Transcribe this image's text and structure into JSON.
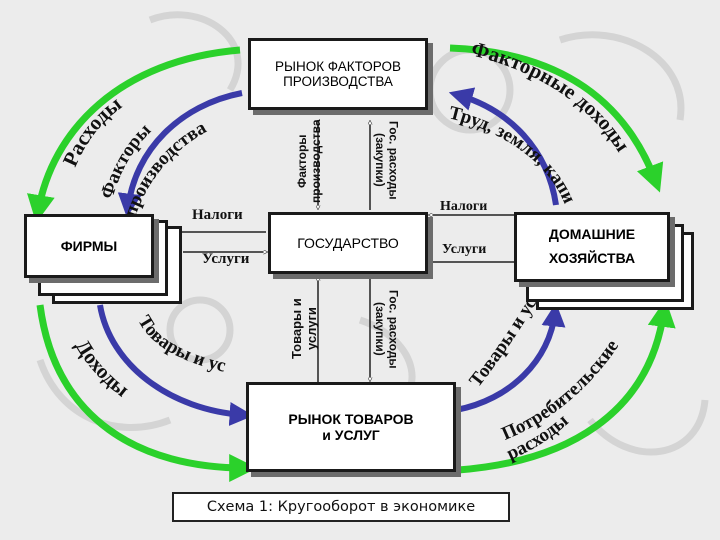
{
  "nodes": {
    "factor_market": "РЫНОК ФАКТОРОВ\nПРОИЗВОДСТВА",
    "firms": "ФИРМЫ",
    "state": "ГОСУДАРСТВО",
    "households": "ДОМАШНИЕ\nХОЗЯЙСТВА",
    "goods_market": "РЫНОК ТОВАРОВ\nи УСЛУГ"
  },
  "flows": {
    "factor_income": "Факторные доходы",
    "labor_land_capital": "Труд, земля, капитал",
    "expenses": "Расходы",
    "factors_of_production": "Факторы производства",
    "factors_vertical": "Факторы\nпроизводства",
    "gov_spending_top": "Гос. расходы\n(закупки)",
    "gov_spending_bottom": "Гос. расходы\n(закупки)",
    "goods_services_vertical": "Товары и\nуслуги",
    "taxes_left": "Налоги",
    "services_left": "Услуги",
    "taxes_right": "Налоги",
    "services_right": "Услуги",
    "goods_services_left": "Товары и услуги",
    "revenue": "Доходы",
    "goods_services_right": "Товары и услуги",
    "consumer_spending": "Потребительские расходы"
  },
  "caption": "Схема 1: Кругооборот в экономике",
  "colors": {
    "outer_cycle": "#2bd12b",
    "inner_cycle": "#3a3aa8",
    "box_border": "#1a1a1a",
    "box_fill": "#ffffff",
    "background": "#ececec"
  }
}
